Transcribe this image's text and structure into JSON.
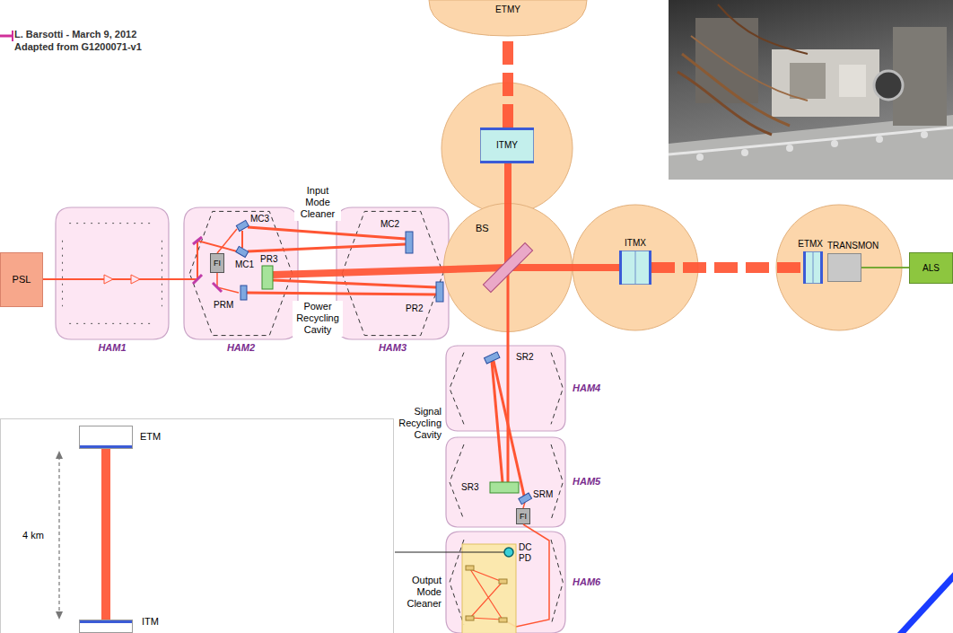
{
  "diagram": {
    "nodes": [
      {
        "text": [
          "PSL"
        ]
      },
      {
        "text": [
          "HAM1"
        ]
      },
      {
        "text": [
          "HAM2"
        ]
      },
      {
        "text": [
          "FI"
        ],
        "in": 2
      },
      {
        "text": [
          "HAM3"
        ]
      },
      {
        "text": [
          "ETMY"
        ]
      },
      {
        "text": [
          "ITMY"
        ]
      },
      {
        "text": [
          "BS"
        ]
      },
      {
        "text": [
          "ITMX"
        ]
      },
      {
        "text": [
          "ETMX"
        ]
      },
      {
        "text": [
          "TRANSMON"
        ]
      },
      {
        "text": [
          "ALS"
        ]
      },
      {
        "text": [
          "HAM4"
        ]
      },
      {
        "text": [
          "HAM5"
        ]
      },
      {
        "text": [
          "FI"
        ],
        "in": 13
      },
      {
        "text": [
          "HAM6"
        ]
      },
      {
        "text": [
          "ETM"
        ]
      },
      {
        "text": [
          "ITM"
        ]
      }
    ],
    "edges": [
      {
        "from": 7,
        "to": 8,
        "arrow": "none"
      },
      {
        "from": 7,
        "to": 6,
        "arrow": "none"
      },
      {
        "from": 6,
        "to": 5,
        "arrow": "none"
      },
      {
        "from": 8,
        "to": 9,
        "arrow": "none"
      },
      {
        "from": 10,
        "to": 11,
        "arrow": "none"
      },
      {
        "from": 16,
        "to": 17,
        "arrow": "none"
      }
    ],
    "labels": [
      "L. Barsotti - March 9, 2012",
      "Adapted from G1200071-v1",
      "MC3",
      "MC1",
      "PR3",
      "PRM",
      "Input Mode Cleaner",
      "Power Recycling Cavity",
      "MC2",
      "PR2",
      "SR2",
      "Signal Recycling Cavity",
      "SR3",
      "SRM",
      "DC PD",
      "Output Mode Cleaner",
      "4 km"
    ]
  }
}
